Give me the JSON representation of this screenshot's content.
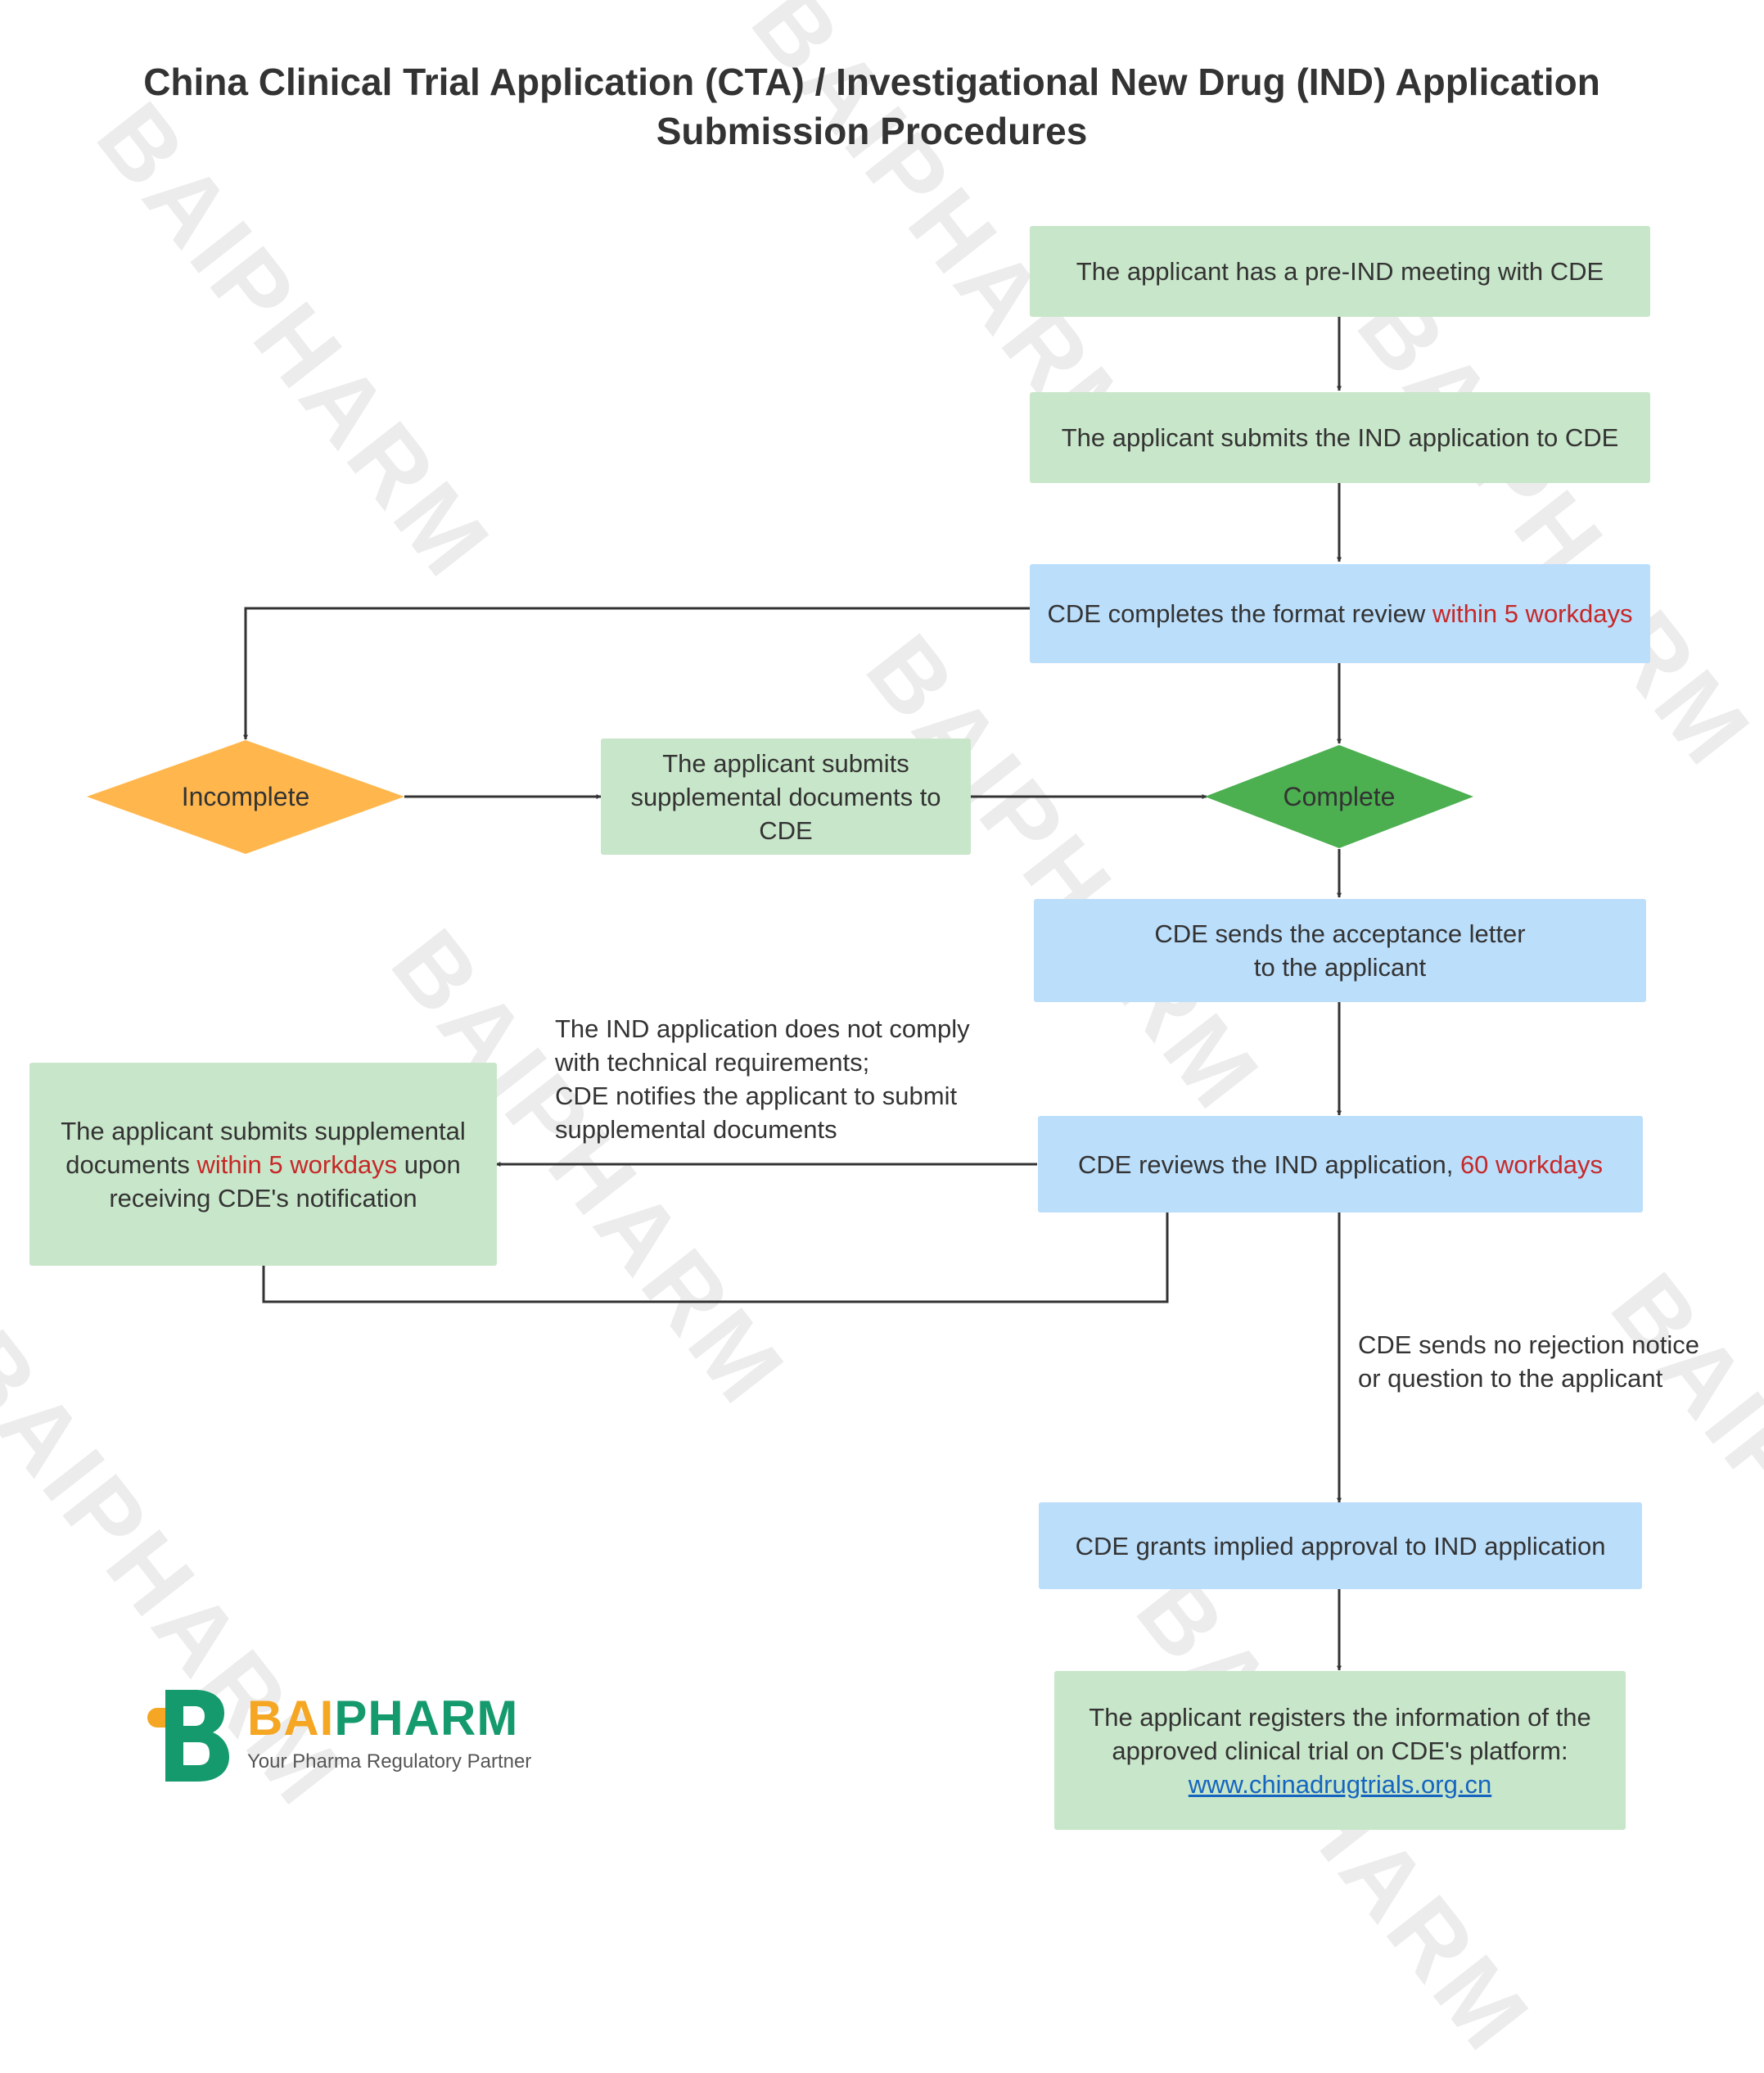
{
  "title": {
    "line1": "China Clinical Trial Application (CTA) / Investigational New Drug (IND) Application",
    "line2": "Submission Procedures"
  },
  "nodes": {
    "pre_ind": "The applicant has a pre-IND meeting with CDE",
    "submit_ind": "The applicant submits the IND application to CDE",
    "format_review": {
      "text": "CDE completes the format review ",
      "highlight": "within 5 workdays"
    },
    "incomplete": "Incomplete",
    "submit_supplemental": "The applicant submits supplemental documents to CDE",
    "complete": "Complete",
    "acceptance_letter": {
      "line1": "CDE sends the acceptance letter",
      "line2": "to the applicant"
    },
    "review_ind": {
      "text": "CDE reviews the IND application, ",
      "highlight": "60 workdays"
    },
    "supplemental_5": {
      "before": "The applicant submits supplemental documents ",
      "highlight": "within 5 workdays",
      "after": " upon receiving CDE's notification"
    },
    "implied_approval": "CDE grants implied approval to IND application",
    "register": {
      "text": "The applicant registers the information of the approved clinical trial on CDE's platform:",
      "link": "www.chinadrugtrials.org.cn"
    }
  },
  "notes": {
    "non_comply": [
      "The IND application does not comply",
      "with technical requirements;",
      "CDE notifies the applicant to submit",
      "supplemental documents"
    ],
    "no_rejection": [
      "CDE sends no rejection notice",
      "or question to the applicant"
    ]
  },
  "watermark": "BAIPHARM",
  "logo": {
    "name_part1": "BAI",
    "name_part2": "PHARM",
    "tagline": "Your Pharma Regulatory Partner"
  },
  "colors": {
    "green_box": "#c8e6c9",
    "blue_box": "#bbdefb",
    "incomplete_diamond": "#ffb74d",
    "complete_diamond": "#4caf50",
    "highlight_text": "#c62828",
    "logo_orange": "#f5a623",
    "logo_green": "#159a6e"
  }
}
